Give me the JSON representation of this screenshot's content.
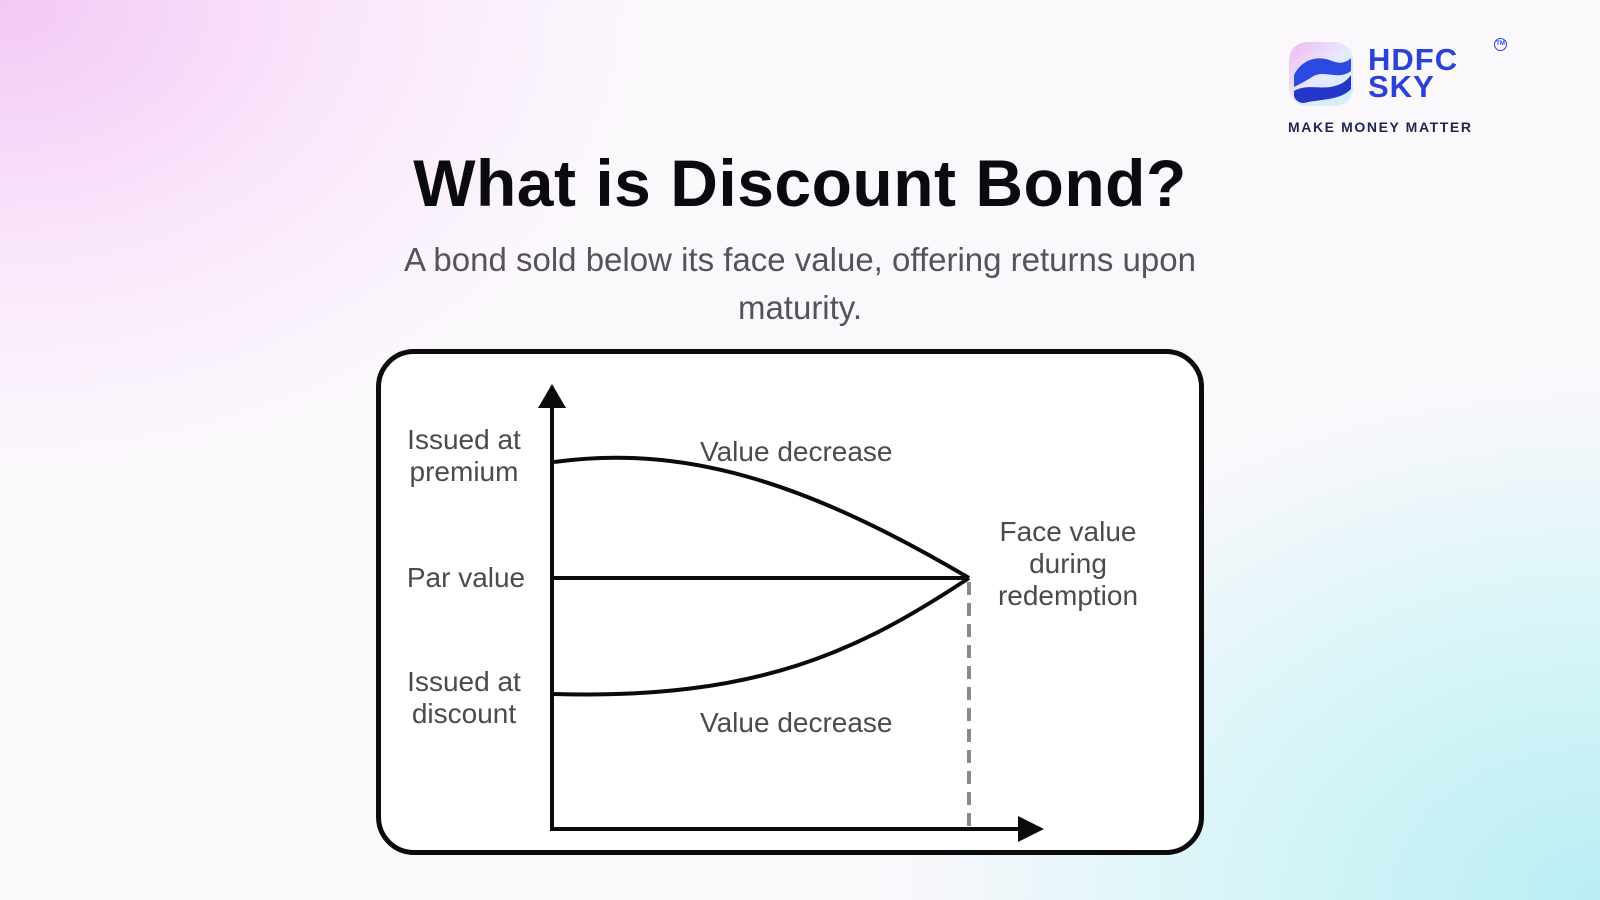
{
  "brand": {
    "name_line1": "HDFC",
    "name_line2": "SKY",
    "tm": "TM",
    "tagline": "MAKE MONEY MATTER"
  },
  "title": "What is Discount Bond?",
  "subtitle": "A bond sold below its face value, offering returns upon maturity.",
  "diagram": {
    "label_premium_line1": "Issued at",
    "label_premium_line2": "premium",
    "label_par": "Par value",
    "label_discount_line1": "Issued at",
    "label_discount_line2": "discount",
    "label_value_decrease_top": "Value decrease",
    "label_value_decrease_bottom": "Value decrease",
    "label_face_line1": "Face value",
    "label_face_line2": "during",
    "label_face_line3": "redemption"
  },
  "colors": {
    "brand_blue": "#2a43d6",
    "line": "#0b0b0b",
    "dashed": "#8a8a8a"
  }
}
